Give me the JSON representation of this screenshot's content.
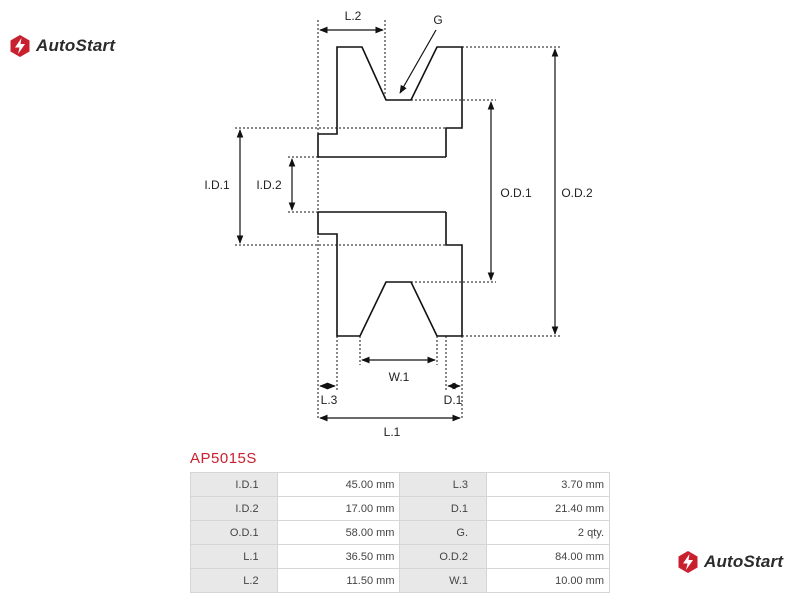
{
  "brand": {
    "name": "AutoStart",
    "accent": "#c8202f"
  },
  "part_number": "AP5015S",
  "dimension_labels": {
    "l2": "L.2",
    "g": "G",
    "id1": "I.D.1",
    "id2": "I.D.2",
    "od1": "O.D.1",
    "od2": "O.D.2",
    "w1": "W.1",
    "l3": "L.3",
    "d1": "D.1",
    "l1": "L.1"
  },
  "specs": [
    {
      "label_a": "I.D.1",
      "value_a": "45.00 mm",
      "label_b": "L.3",
      "value_b": "3.70 mm"
    },
    {
      "label_a": "I.D.2",
      "value_a": "17.00 mm",
      "label_b": "D.1",
      "value_b": "21.40 mm"
    },
    {
      "label_a": "O.D.1",
      "value_a": "58.00 mm",
      "label_b": "G.",
      "value_b": "2 qty."
    },
    {
      "label_a": "L.1",
      "value_a": "36.50 mm",
      "label_b": "O.D.2",
      "value_b": "84.00 mm"
    },
    {
      "label_a": "L.2",
      "value_a": "11.50 mm",
      "label_b": "W.1",
      "value_b": "10.00 mm"
    }
  ]
}
